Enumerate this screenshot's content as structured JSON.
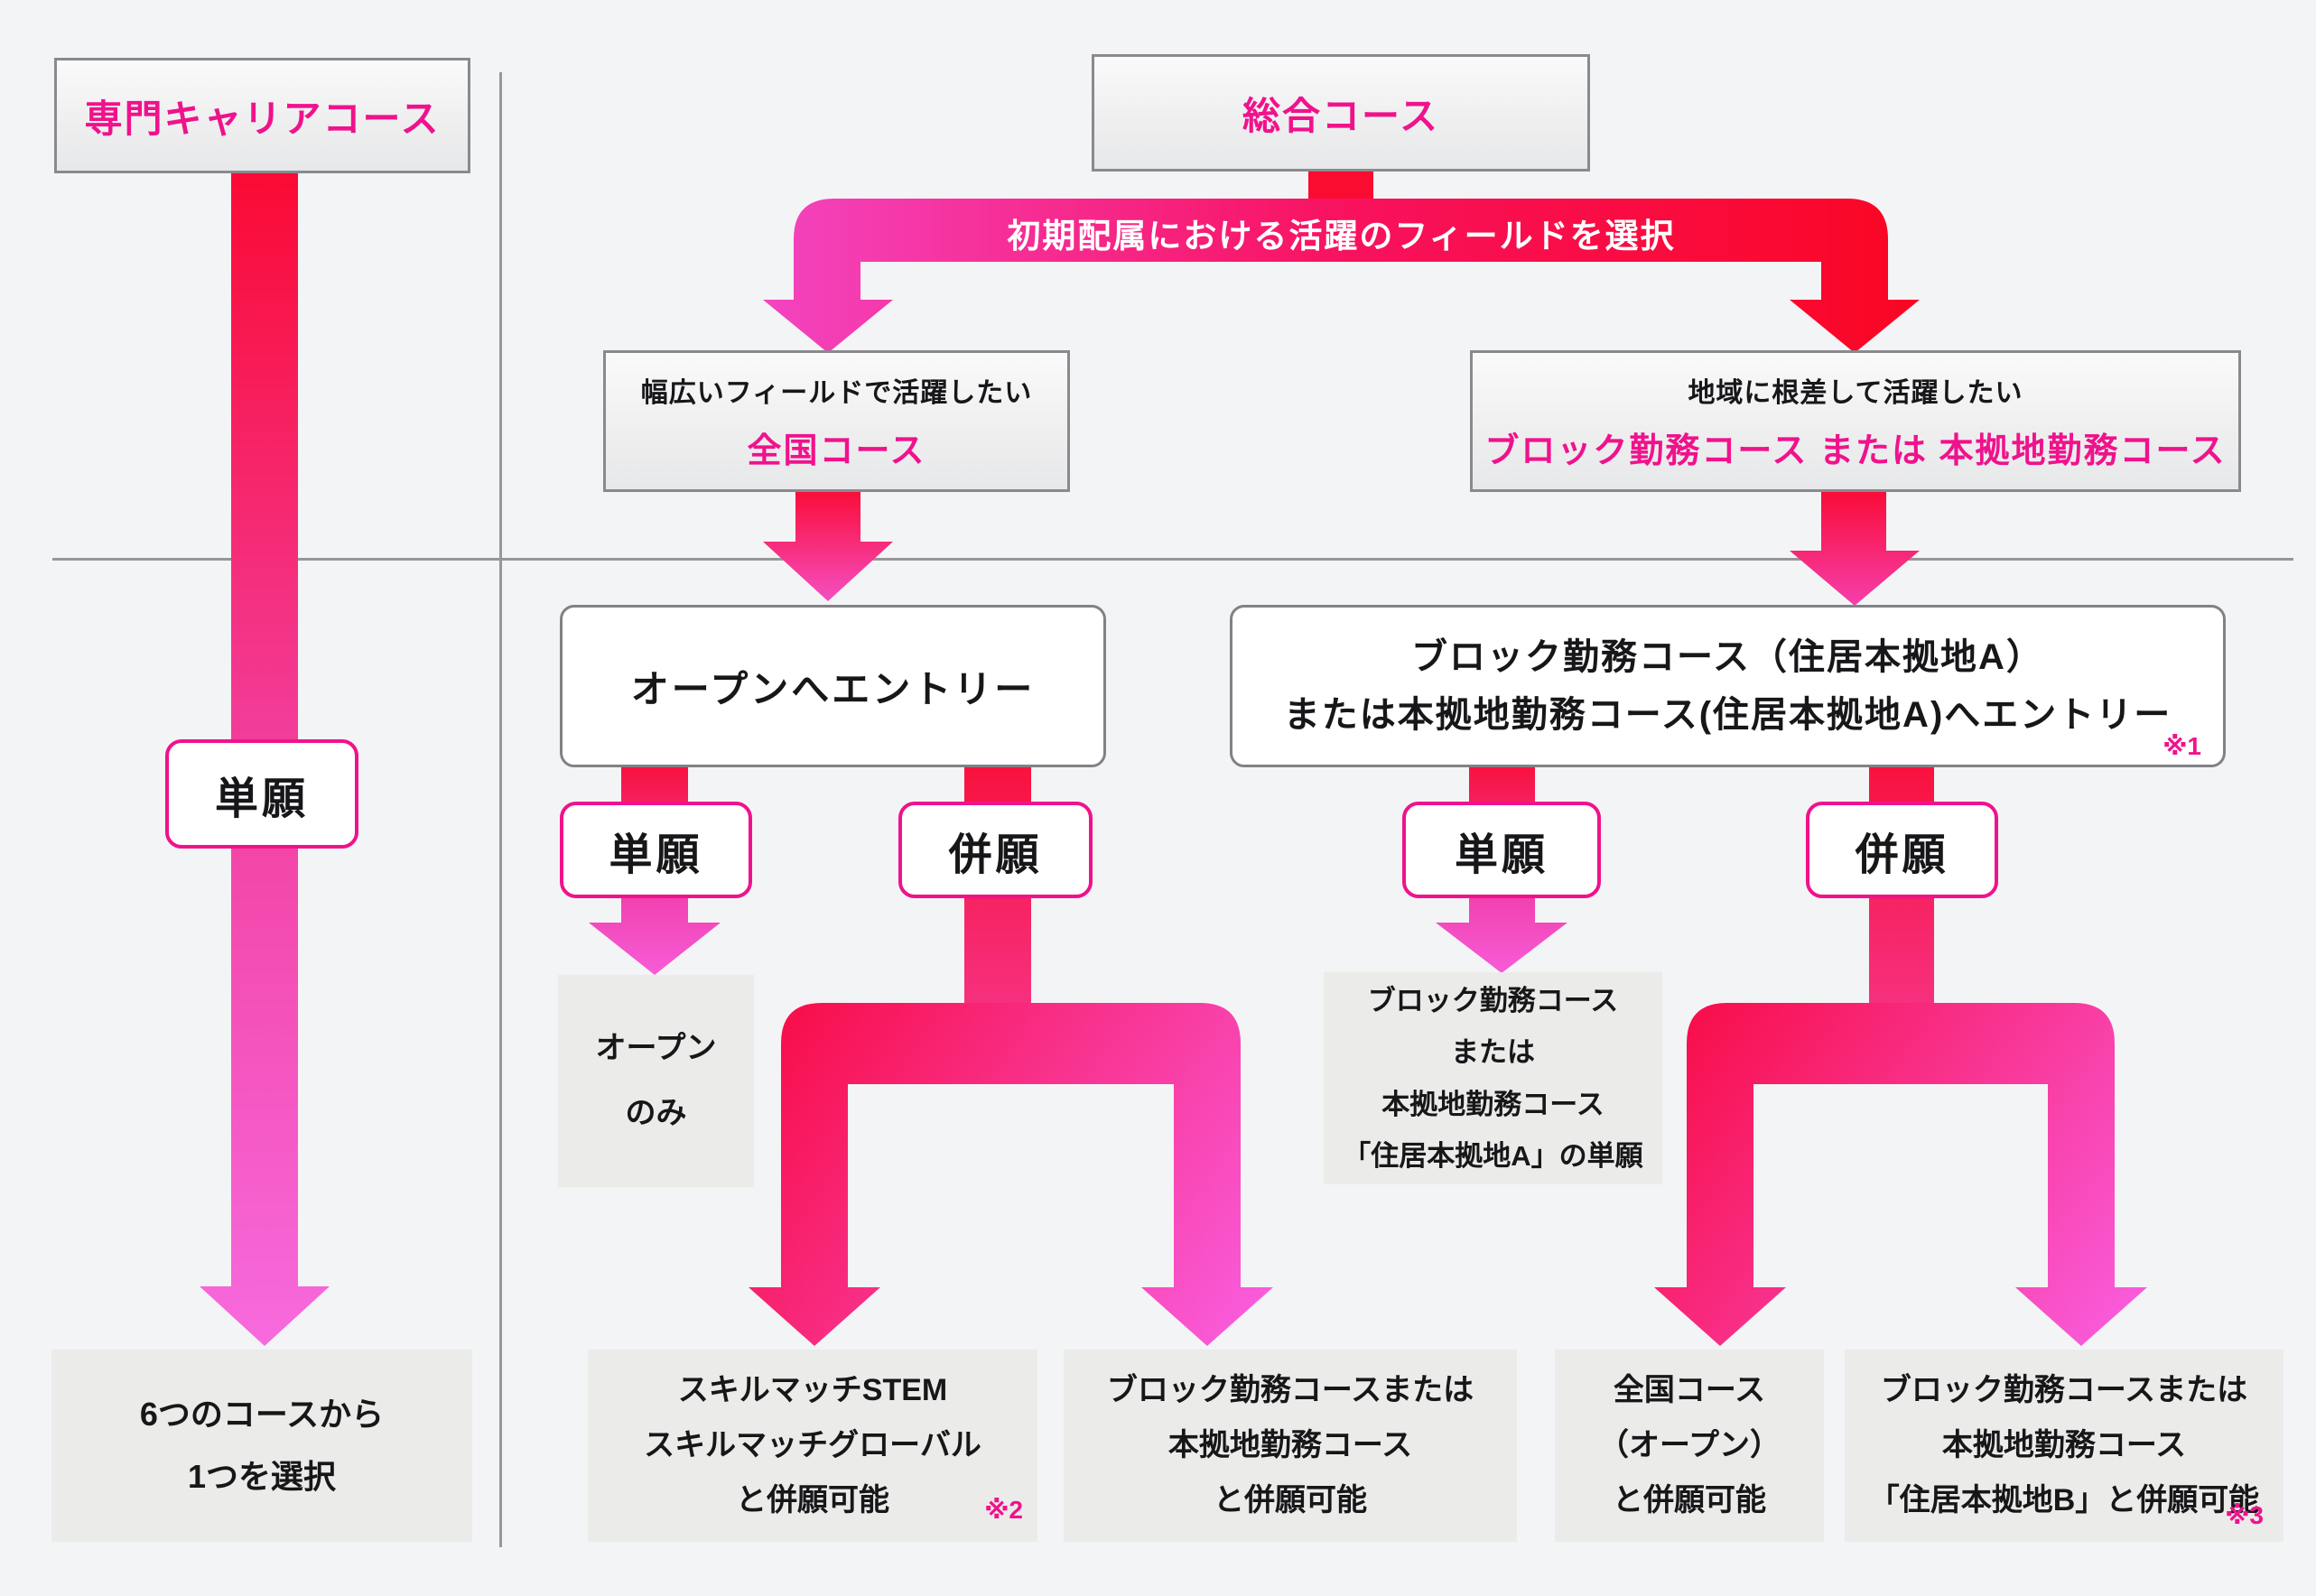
{
  "diagram": {
    "colors": {
      "background": "#F3F4F6",
      "accent_pink": "#F0128C",
      "accent_red": "#FA0623",
      "accent_magenta": "#F95FE2",
      "divider_gray": "#97979B",
      "box_border_gray": "#8A8A8E",
      "info_box_gray": "#EBEBE9"
    },
    "top": {
      "senmon": "専門キャリアコース",
      "sogo": "総合コース",
      "bar_label": "初期配属における活躍のフィールドを選択"
    },
    "mid": {
      "zenkoku": {
        "line1": "幅広いフィールドで活躍したい",
        "line2": "全国コース"
      },
      "chiiki": {
        "line1": "地域に根差して活躍したい",
        "line2": "ブロック勤務コース または 本拠地勤務コース"
      }
    },
    "entry": {
      "open": "オープンへエントリー",
      "block_line1": "ブロック勤務コース（住居本拠地A）",
      "block_line2": "または本拠地勤務コース(住居本拠地A)へエントリー",
      "note1": "※1"
    },
    "pills": {
      "tangan": "単願",
      "heigan": "併願"
    },
    "info": {
      "open_only": [
        "オープン",
        "のみ"
      ],
      "block_tangan": [
        "ブロック勤務コース",
        "または",
        "本拠地勤務コース",
        "「住居本拠地A」の単願"
      ]
    },
    "bottom": {
      "b1": {
        "lines": [
          "6つのコースから",
          "1つを選択"
        ]
      },
      "b2": {
        "lines": [
          "スキルマッチSTEM",
          "スキルマッチグローバル",
          "と併願可能"
        ],
        "note": "※2"
      },
      "b3": {
        "lines": [
          "ブロック勤務コースまたは",
          "本拠地勤務コース",
          "と併願可能"
        ]
      },
      "b4": {
        "lines": [
          "全国コース",
          "（オープン）",
          "と併願可能"
        ]
      },
      "b5": {
        "lines": [
          "ブロック勤務コースまたは",
          "本拠地勤務コース",
          "「住居本拠地B」と併願可能"
        ],
        "note": "※3"
      }
    }
  }
}
